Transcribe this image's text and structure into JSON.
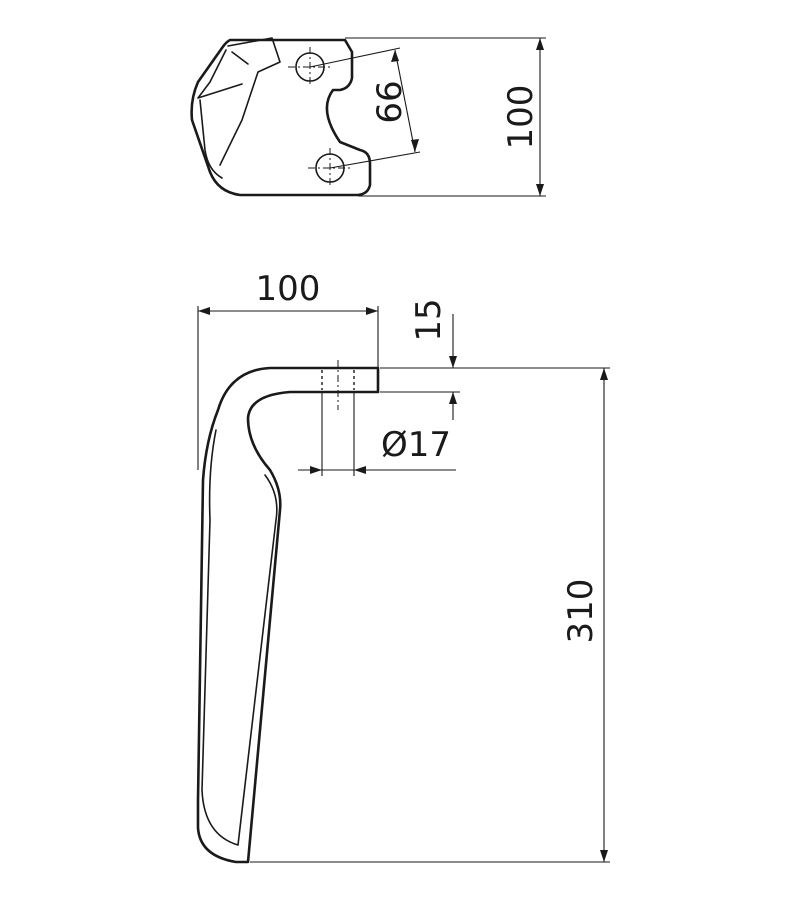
{
  "top_view": {
    "hole_spacing": "66",
    "height": "100"
  },
  "side_view": {
    "width": "100",
    "thickness": "15",
    "hole_diameter": "Ø17",
    "length": "310"
  }
}
